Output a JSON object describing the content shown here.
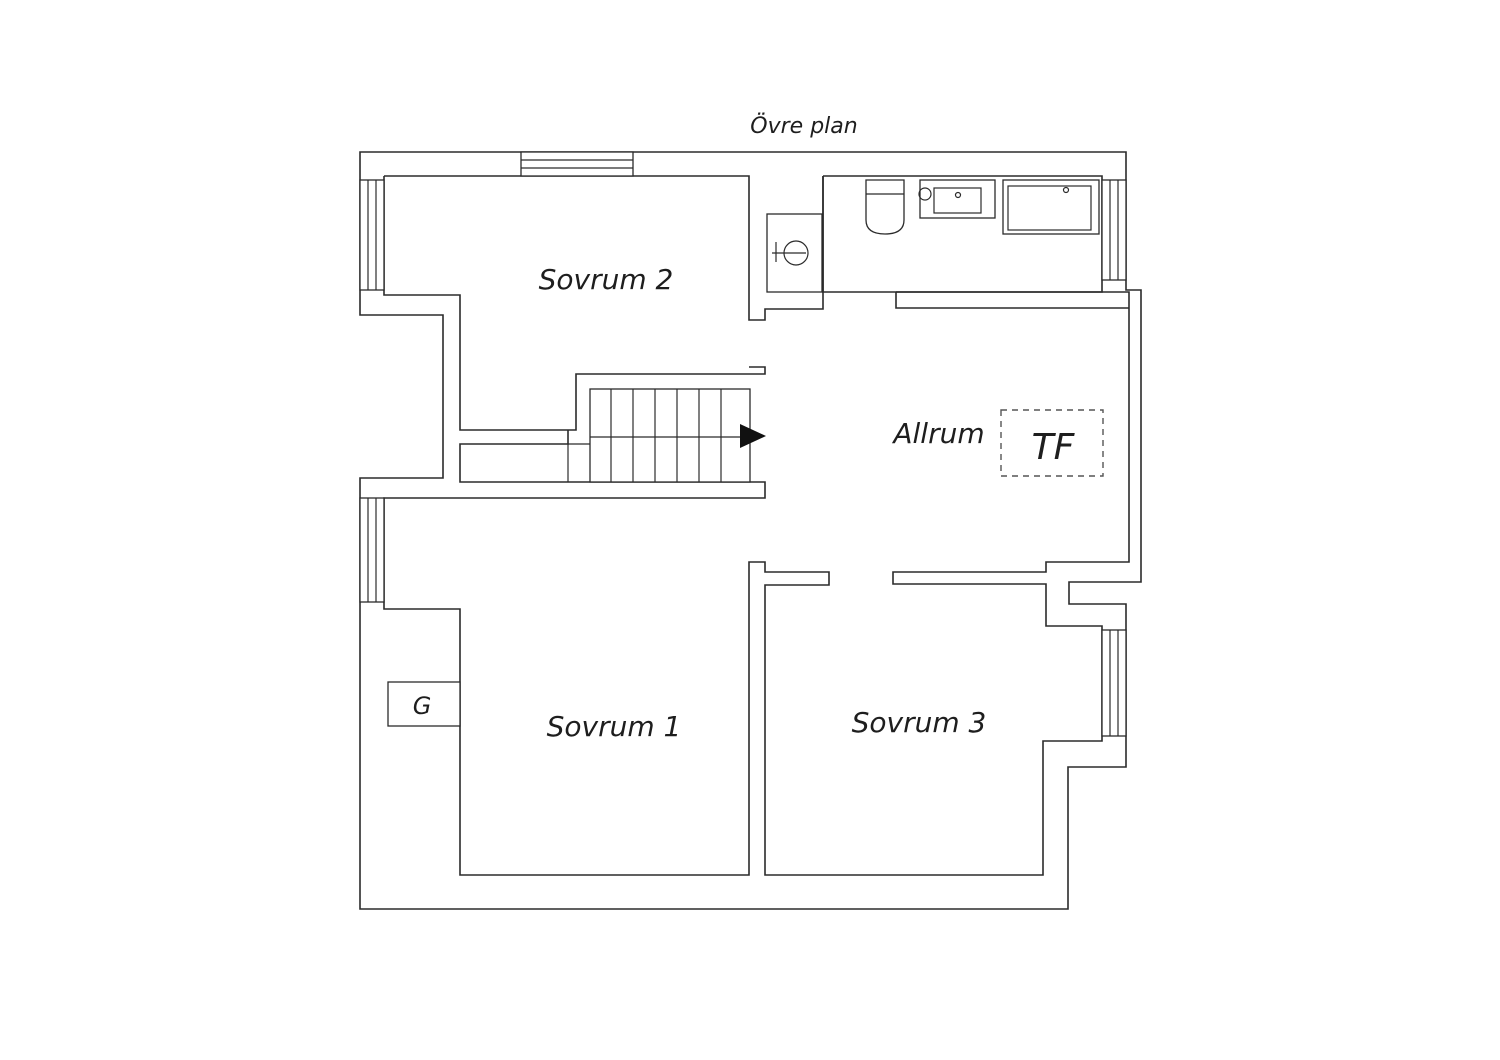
{
  "plan": {
    "title": "Övre plan",
    "rooms": {
      "sovrum2": "Sovrum 2",
      "sovrum1": "Sovrum 1",
      "sovrum3": "Sovrum 3",
      "allrum": "Allrum"
    },
    "marks": {
      "tf": "TF",
      "g": "G"
    }
  }
}
